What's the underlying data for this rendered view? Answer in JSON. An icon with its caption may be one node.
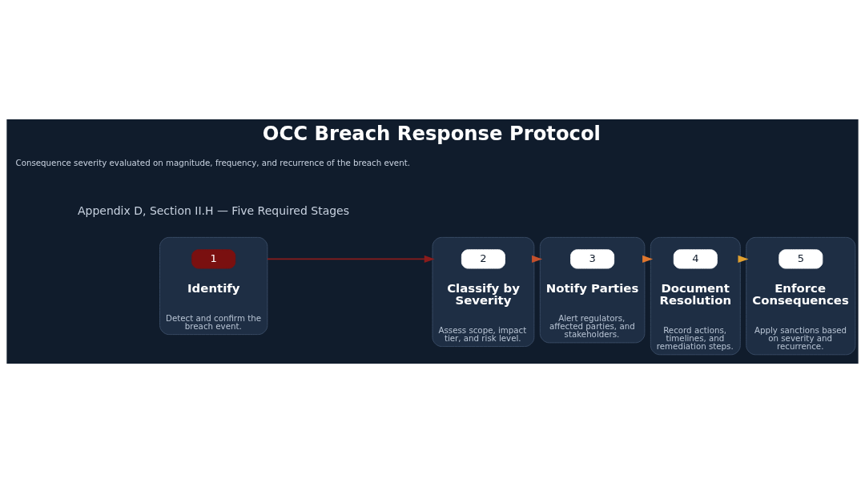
{
  "diagram": {
    "title": "OCC Breach Response Protocol",
    "nodes": [
      {
        "text": [
          "Identify",
          "Detect and confirm the breach event."
        ]
      },
      {
        "text": [
          "1"
        ],
        "in": 0
      },
      {
        "text": [
          "Classify by Severity",
          "Assess scope, impact tier, and risk level."
        ]
      },
      {
        "text": [
          "2"
        ],
        "in": 2
      },
      {
        "text": [
          "Notify Parties",
          "Alert regulators, affected parties, and stakeholders."
        ]
      },
      {
        "text": [
          "3"
        ],
        "in": 4
      },
      {
        "text": [
          "Document Resolution",
          "Record actions, timelines, and remediation steps."
        ]
      },
      {
        "text": [
          "4"
        ],
        "in": 6
      },
      {
        "text": [
          "Enforce Consequences",
          "Apply sanctions based on severity and recurrence."
        ]
      },
      {
        "text": [
          "5"
        ],
        "in": 8
      }
    ],
    "edges": [
      {
        "from": 0,
        "to": 2,
        "arrow": "to",
        "color": "#8a1c1c"
      },
      {
        "from": 2,
        "to": 4,
        "arrow": "to",
        "color": "#c4502c"
      },
      {
        "from": 4,
        "to": 6,
        "arrow": "to",
        "color": "#e0772e"
      },
      {
        "from": 6,
        "to": 8,
        "arrow": "to",
        "color": "#e0a030"
      }
    ],
    "labels": [
      "Appendix D, Section II.H — Five Required Stages",
      "Consequence severity evaluated on magnitude, frequency, and recurrence of the breach event."
    ]
  }
}
